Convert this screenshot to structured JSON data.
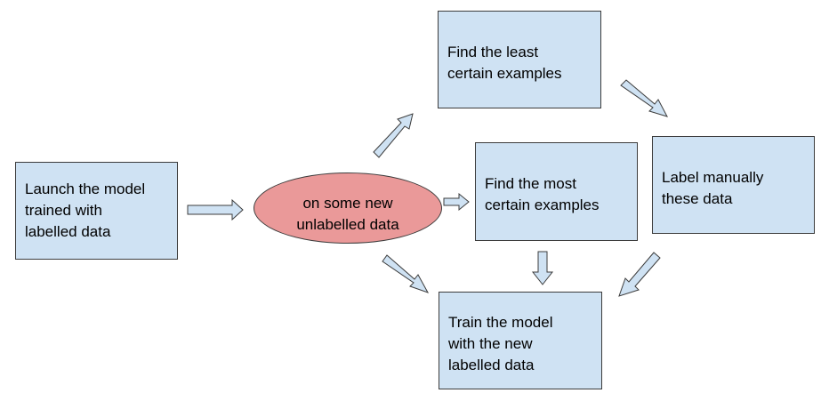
{
  "nodes": {
    "launch": {
      "label": "Launch the model\ntrained with\nlabelled data"
    },
    "unlabelled": {
      "label": "on some new\nunlabelled data"
    },
    "least_certain": {
      "label": "Find the least\ncertain examples"
    },
    "most_certain": {
      "label": "Find the most\ncertain examples"
    },
    "label_manually": {
      "label": "Label manually\nthese data"
    },
    "train": {
      "label": "Train the model\nwith the new\nlabelled data"
    }
  },
  "colors": {
    "box_fill": "#cfe2f3",
    "ellipse_fill": "#ea9999",
    "border": "#3c3c3c"
  }
}
